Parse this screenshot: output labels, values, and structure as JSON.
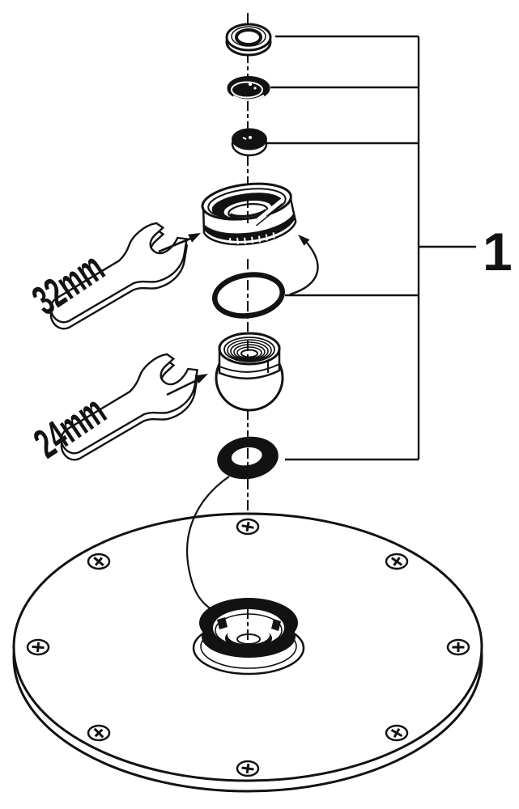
{
  "diagram": {
    "callout_number": "1",
    "wrench_labels": {
      "upper": "32mm",
      "lower": "24mm"
    },
    "parts": [
      "cover-ring",
      "seal-washer",
      "cap-nut",
      "union-nut-32mm",
      "o-ring-upper",
      "ball-joint-24mm",
      "o-ring-lower",
      "shower-plate",
      "center-fitting",
      "mounting-screws"
    ]
  },
  "colors": {
    "line": "#121212",
    "background": "#ffffff"
  }
}
